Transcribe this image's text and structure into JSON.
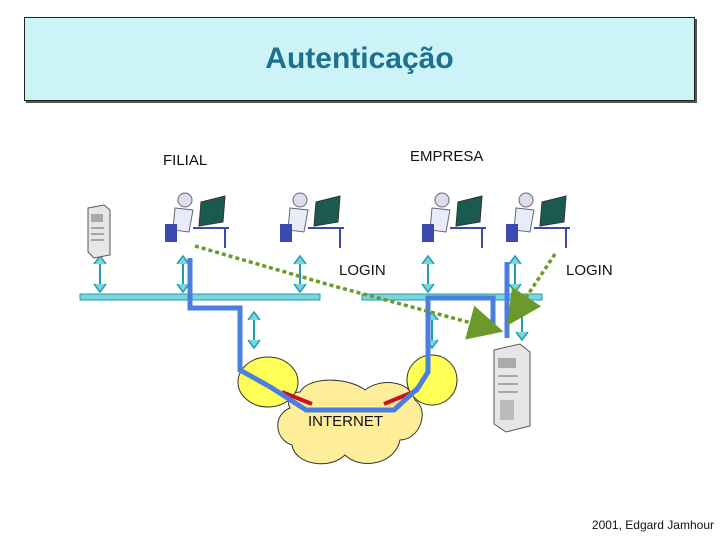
{
  "title": "Autenticação",
  "labels": {
    "filial": "FILIAL",
    "empresa": "EMPRESA",
    "login_left": "LOGIN",
    "login_right": "LOGIN",
    "internet": "INTERNET"
  },
  "credit": "2001, Edgard Jamhour",
  "colors": {
    "title_bg": "#ccf4f8",
    "title_text": "#1f6f8f",
    "lan": "#7fd4dc",
    "tunnel": "#4a7fe0",
    "router": "#ffff55",
    "cloud": "#ffee99",
    "link_red": "#cc1122",
    "login_path": "#6b9a2a"
  },
  "icons": [
    "server-icon",
    "workstation-user-icon",
    "router-icon",
    "cloud-icon"
  ]
}
